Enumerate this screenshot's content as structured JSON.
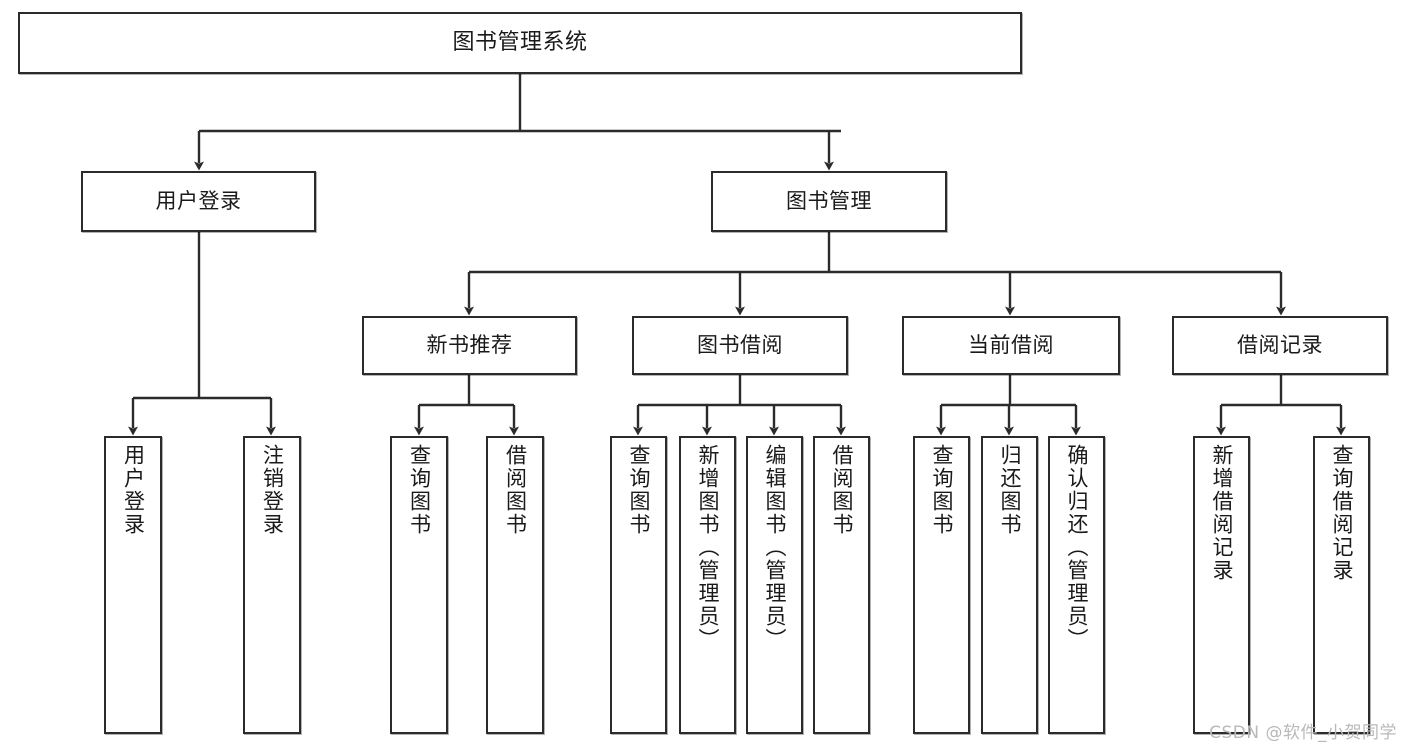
{
  "diagram": {
    "title": "图书管理系统",
    "type": "functional-structure-tree",
    "watermark": "CSDN @软件_小贺同学",
    "colors": {
      "border": "#2b2b2b",
      "fill": "#ffffff",
      "text": "#1a1a1a",
      "edge": "#2b2b2b",
      "watermark": "#b9b9b9"
    }
  },
  "nodes": {
    "root": {
      "label": "图书管理系统"
    },
    "level2": [
      {
        "label": "用户登录"
      },
      {
        "label": "图书管理"
      }
    ],
    "level3": [
      {
        "label": "新书推荐"
      },
      {
        "label": "图书借阅"
      },
      {
        "label": "当前借阅"
      },
      {
        "label": "借阅记录"
      }
    ],
    "leaves": {
      "user_login": [
        {
          "label": "用户登录"
        },
        {
          "label": "注销登录"
        }
      ],
      "new_book_recommend": [
        {
          "label": "查询图书"
        },
        {
          "label": "借阅图书"
        }
      ],
      "book_borrow": [
        {
          "label": "查询图书"
        },
        {
          "label": "新增图书（管理员）"
        },
        {
          "label": "编辑图书（管理员）"
        },
        {
          "label": "借阅图书"
        }
      ],
      "current_borrow": [
        {
          "label": "查询图书"
        },
        {
          "label": "归还图书"
        },
        {
          "label": "确认归还（管理员）"
        }
      ],
      "borrow_record": [
        {
          "label": "新增借阅记录"
        },
        {
          "label": "查询借阅记录"
        }
      ]
    }
  }
}
